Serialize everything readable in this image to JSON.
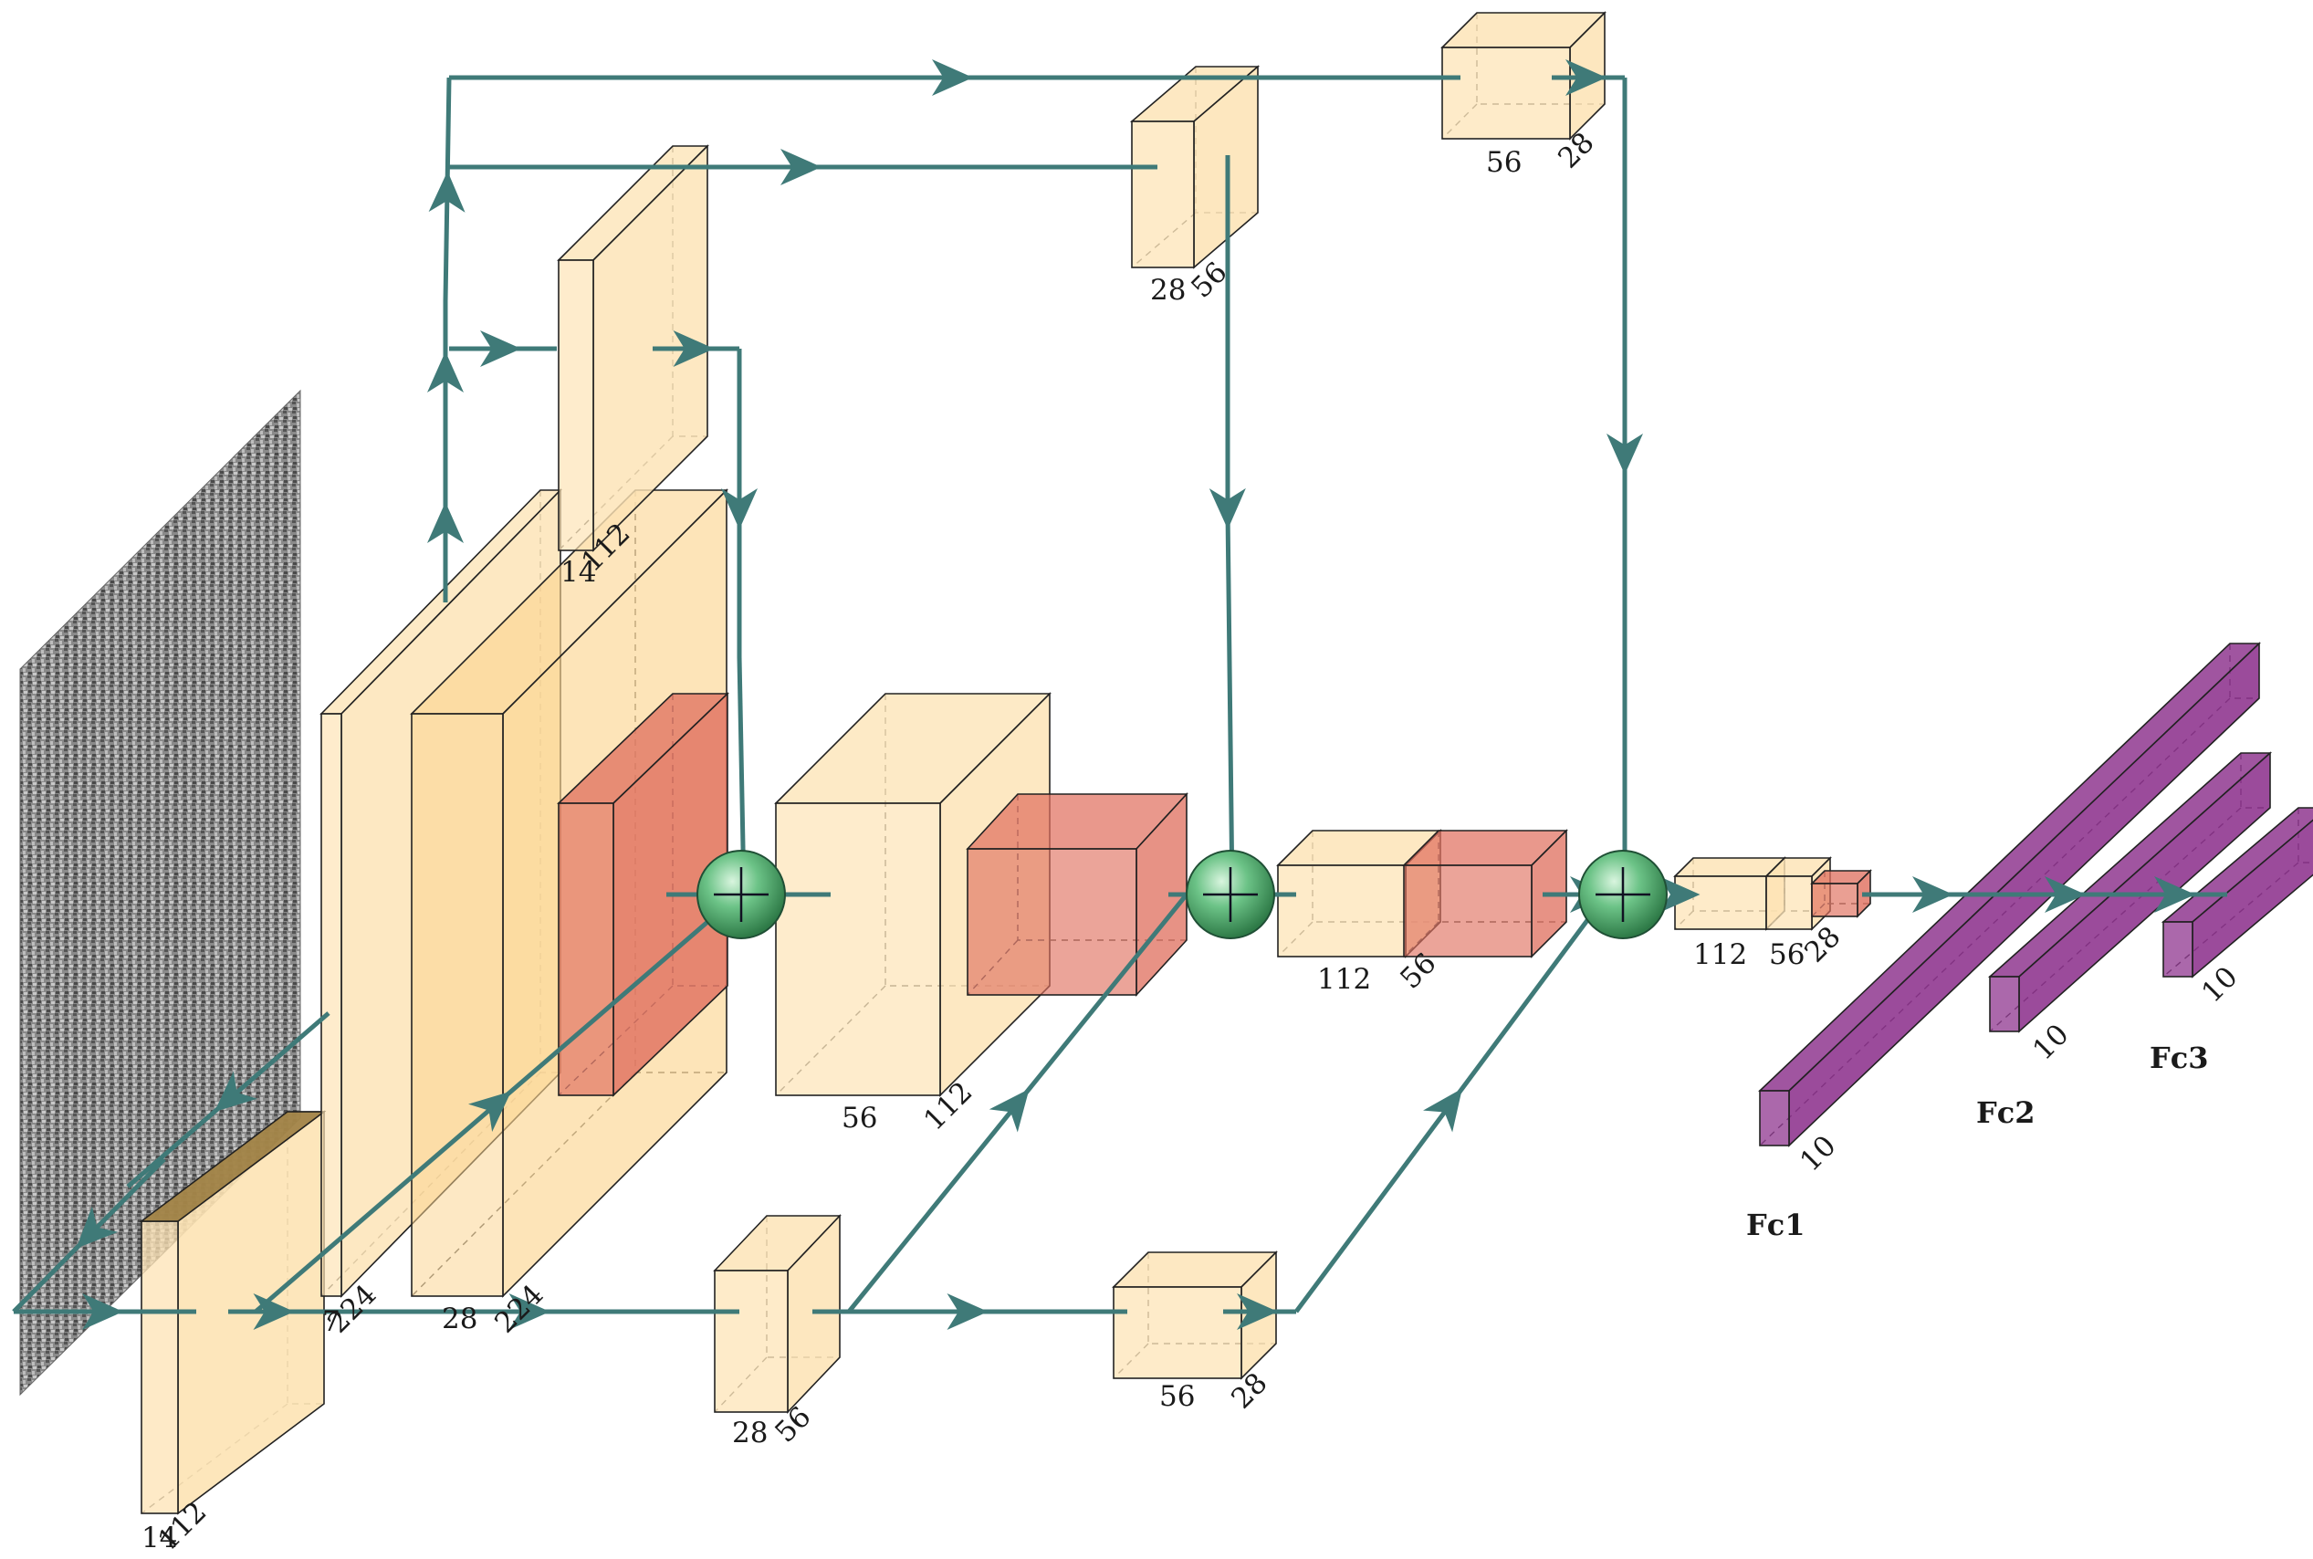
{
  "colors": {
    "feature_map": "#fde3b4",
    "feature_map_dark": "#fcd48e",
    "pool": "#e0705f",
    "fc": "#8a2c8a",
    "connection": "#3f7a78",
    "sum_node": "#5fbf7a",
    "input_texture": "#777777"
  },
  "blocks": {
    "input": {
      "icon": "noise-texture"
    },
    "conv_small": {
      "d1": "14",
      "d2": "112"
    },
    "conv1": {
      "d1": "7",
      "d2": "224"
    },
    "conv2": {
      "d1": "28",
      "d2": "224"
    },
    "branch_top": {
      "d1": "14",
      "d2": "112"
    },
    "skip_top1": {
      "d1": "28",
      "d2": "56"
    },
    "skip_top2": {
      "d1": "56",
      "d2": "28"
    },
    "skip_bottom1": {
      "d1": "28",
      "d2": "56"
    },
    "skip_bottom2": {
      "d1": "56",
      "d2": "28"
    },
    "stage2": {
      "d1": "56",
      "d2": "112"
    },
    "stage3": {
      "d1": "112",
      "d2": "56"
    },
    "stage4": {
      "d1": "112",
      "d2": "56",
      "d3": "28"
    }
  },
  "fc_layers": [
    {
      "label": "Fc1",
      "size": "10"
    },
    {
      "label": "Fc2",
      "size": "10"
    },
    {
      "label": "Fc3",
      "size": "10"
    }
  ]
}
